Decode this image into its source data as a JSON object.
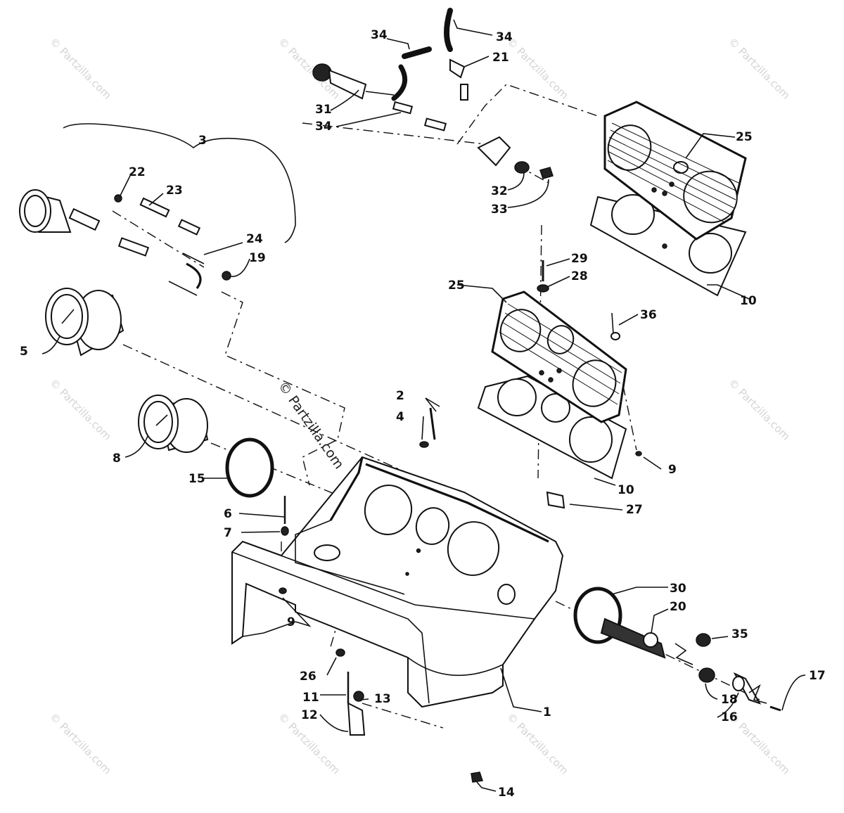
{
  "watermark": "© Partzilla.com",
  "callouts": [
    {
      "id": "c1",
      "label": "1"
    },
    {
      "id": "c2",
      "label": "2"
    },
    {
      "id": "c3",
      "label": "3"
    },
    {
      "id": "c4",
      "label": "4"
    },
    {
      "id": "c5",
      "label": "5"
    },
    {
      "id": "c6",
      "label": "6"
    },
    {
      "id": "c7",
      "label": "7"
    },
    {
      "id": "c8",
      "label": "8"
    },
    {
      "id": "c9a",
      "label": "9"
    },
    {
      "id": "c9b",
      "label": "9"
    },
    {
      "id": "c10a",
      "label": "10"
    },
    {
      "id": "c10b",
      "label": "10"
    },
    {
      "id": "c11",
      "label": "11"
    },
    {
      "id": "c12",
      "label": "12"
    },
    {
      "id": "c13",
      "label": "13"
    },
    {
      "id": "c14",
      "label": "14"
    },
    {
      "id": "c15",
      "label": "15"
    },
    {
      "id": "c16",
      "label": "16"
    },
    {
      "id": "c17",
      "label": "17"
    },
    {
      "id": "c18",
      "label": "18"
    },
    {
      "id": "c19",
      "label": "19"
    },
    {
      "id": "c20",
      "label": "20"
    },
    {
      "id": "c21",
      "label": "21"
    },
    {
      "id": "c22",
      "label": "22"
    },
    {
      "id": "c23",
      "label": "23"
    },
    {
      "id": "c24",
      "label": "24"
    },
    {
      "id": "c25a",
      "label": "25"
    },
    {
      "id": "c25b",
      "label": "25"
    },
    {
      "id": "c26",
      "label": "26"
    },
    {
      "id": "c27",
      "label": "27"
    },
    {
      "id": "c28",
      "label": "28"
    },
    {
      "id": "c29",
      "label": "29"
    },
    {
      "id": "c30",
      "label": "30"
    },
    {
      "id": "c31",
      "label": "31"
    },
    {
      "id": "c32",
      "label": "32"
    },
    {
      "id": "c33",
      "label": "33"
    },
    {
      "id": "c34a",
      "label": "34"
    },
    {
      "id": "c34b",
      "label": "34"
    },
    {
      "id": "c34c",
      "label": "34"
    },
    {
      "id": "c35",
      "label": "35"
    },
    {
      "id": "c36",
      "label": "36"
    }
  ]
}
